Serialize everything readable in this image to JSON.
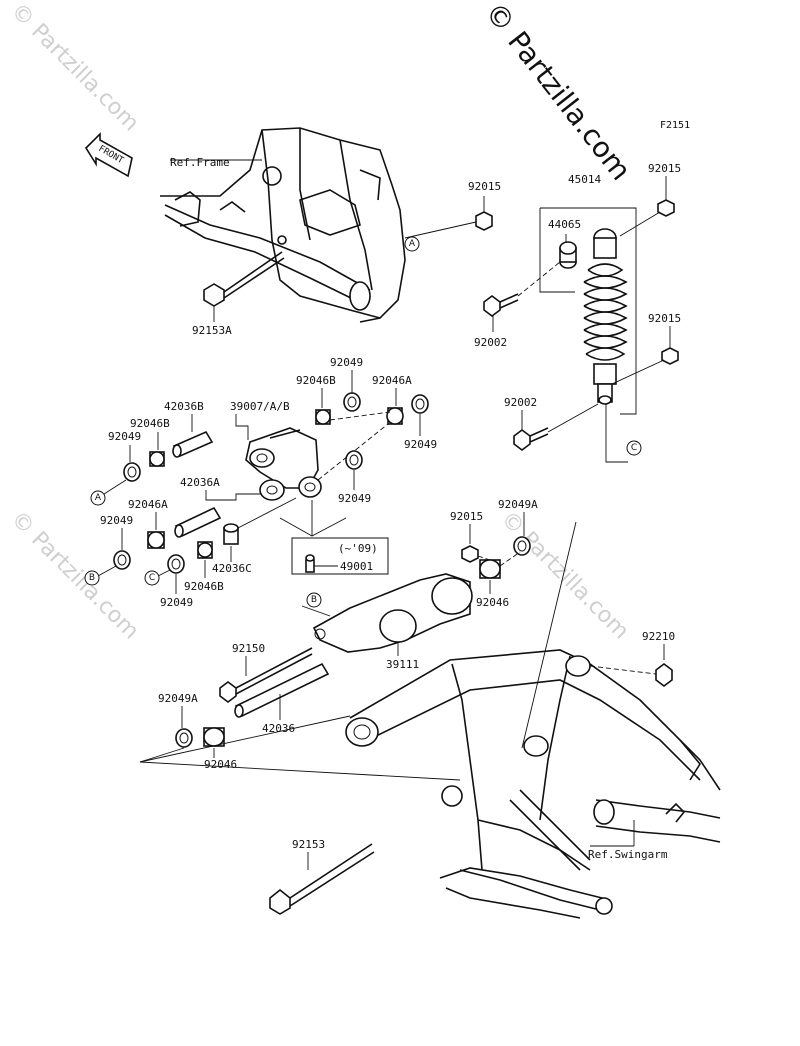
{
  "diagram_code": "F2151",
  "watermarks": {
    "main": "© Partzilla.com",
    "faint": "© Partzilla.com"
  },
  "front_arrow_label": "FRONT",
  "references": {
    "frame": "Ref.Frame",
    "swingarm": "Ref.Swingarm",
    "year_note": "(~'09)"
  },
  "callouts": {
    "a": "A",
    "b": "B",
    "c": "C"
  },
  "parts": {
    "p92015_frame": "92015",
    "p92153A": "92153A",
    "p45014": "45014",
    "p44065": "44065",
    "p92015_top": "92015",
    "p92002_upper": "92002",
    "p92015_mid": "92015",
    "p92002_lower": "92002",
    "p92049_top": "92049",
    "p92046B_top": "92046B",
    "p92046A_top": "92046A",
    "p42036B": "42036B",
    "p39007": "39007/A/B",
    "p92046B_left": "92046B",
    "p92049_left": "92049",
    "p92049_right": "92049",
    "p92049_center": "92049",
    "p42036A": "42036A",
    "p92046A_left": "92046A",
    "p92049_lower_left": "92049",
    "p42036C": "42036C",
    "p92046B_lower": "92046B",
    "p92049_lower": "92049",
    "p49001": "49001",
    "p92015_swing": "92015",
    "p92049A_right": "92049A",
    "p92046_right": "92046",
    "p39111": "39111",
    "p92150": "92150",
    "p92049A_left": "92049A",
    "p42036": "42036",
    "p92046_left": "92046",
    "p92210": "92210",
    "p92153": "92153"
  }
}
